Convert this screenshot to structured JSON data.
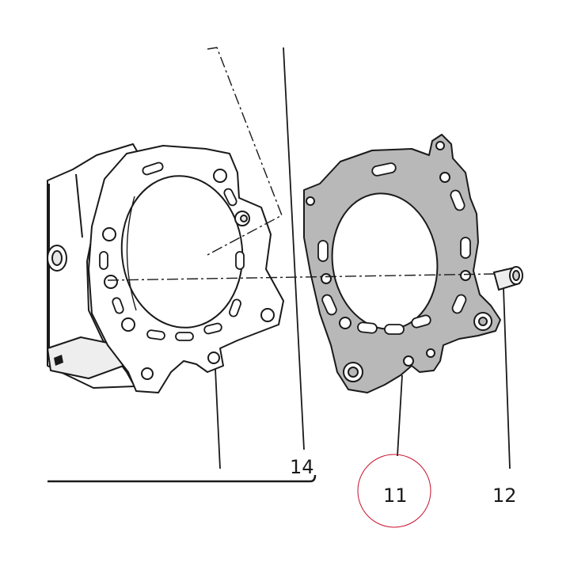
{
  "callouts": {
    "part_11": "11",
    "part_12": "12",
    "part_14": "14"
  },
  "colors": {
    "line": "#1a1a1a",
    "gasket_fill": "#b8b8b8",
    "highlight_circle": "#c8102e"
  },
  "highlighted_part": "11"
}
